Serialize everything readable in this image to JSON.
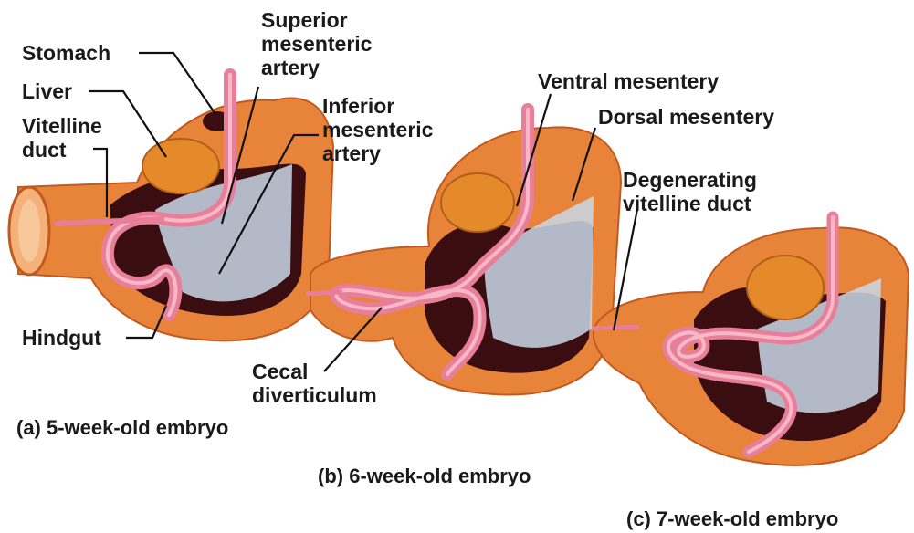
{
  "labels": {
    "stomach": "Stomach",
    "liver": "Liver",
    "vitelline_duct": [
      "Vitelline",
      "duct"
    ],
    "superior_mesenteric_artery": [
      "Superior",
      "mesenteric",
      "artery"
    ],
    "inferior_mesenteric_artery": [
      "Inferior",
      "mesenteric",
      "artery"
    ],
    "hindgut": "Hindgut",
    "ventral_mesentery": "Ventral mesentery",
    "dorsal_mesentery": "Dorsal mesentery",
    "degenerating_vitelline_duct": [
      "Degenerating",
      "vitelline duct"
    ],
    "cecal_diverticulum": [
      "Cecal",
      "diverticulum"
    ]
  },
  "captions": {
    "a": "(a) 5-week-old embryo",
    "b": "(b) 6-week-old embryo",
    "c": "(c) 7-week-old embryo"
  },
  "colors": {
    "body_wall": "#e8833a",
    "body_wall_dark": "#c25a1f",
    "body_wall_light": "#f4b27a",
    "cavity": "#3a0d10",
    "gut": "#e87f9a",
    "gut_light": "#f7b8c8",
    "organ": "#e58a2b",
    "mesentery": "#c9d8e6",
    "leader_line": "#111111",
    "text": "#1a1a1a"
  }
}
